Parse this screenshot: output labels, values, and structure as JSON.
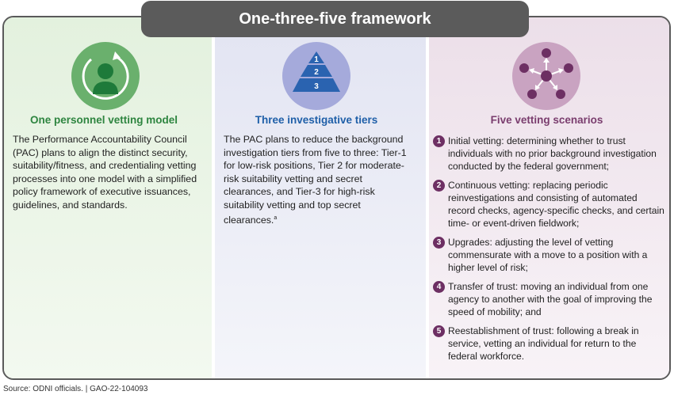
{
  "title": "One-three-five framework",
  "columns": {
    "personnel": {
      "heading": "One personnel vetting model",
      "icon": "person-cycle-icon",
      "body": "The Performance Accountability Council (PAC) plans to align the distinct security, suitability/fitness, and credentialing vetting processes into one model with a simplified policy framework of executive issuances, guidelines, and standards."
    },
    "tiers": {
      "heading": "Three investigative tiers",
      "icon": "pyramid-icon",
      "pyramid_labels": [
        "1",
        "2",
        "3"
      ],
      "body": "The PAC plans to reduce the background investigation tiers from five to three: Tier-1 for low-risk positions, Tier 2 for moderate-risk suitability vetting and secret clearances, and Tier-3 for high-risk suitability vetting and top secret clearances.",
      "footnote_marker": "a"
    },
    "scenarios": {
      "heading": "Five vetting scenarios",
      "icon": "hub-spoke-icon",
      "items": [
        {
          "num": "1",
          "text": "Initial vetting: determining whether to trust individuals with no prior background investigation conducted by the federal government;"
        },
        {
          "num": "2",
          "text": "Continuous vetting: replacing periodic reinvestigations and consisting of automated record checks, agency-specific checks, and certain time- or event-driven fieldwork;"
        },
        {
          "num": "3",
          "text": "Upgrades: adjusting the level of vetting commensurate with a move to a position with a higher level of risk;"
        },
        {
          "num": "4",
          "text": "Transfer of trust: moving an individual from one agency to another with the goal of improving the speed of mobility; and"
        },
        {
          "num": "5",
          "text": "Reestablishment of trust: following a break in service, vetting an individual for return to the federal workforce."
        }
      ]
    }
  },
  "source": "Source: ODNI officials.  |  GAO-22-104093",
  "colors": {
    "green": "#2e8540",
    "blue": "#1f5fa8",
    "purple": "#7a3d6e",
    "title_bg": "#5b5b5b"
  }
}
